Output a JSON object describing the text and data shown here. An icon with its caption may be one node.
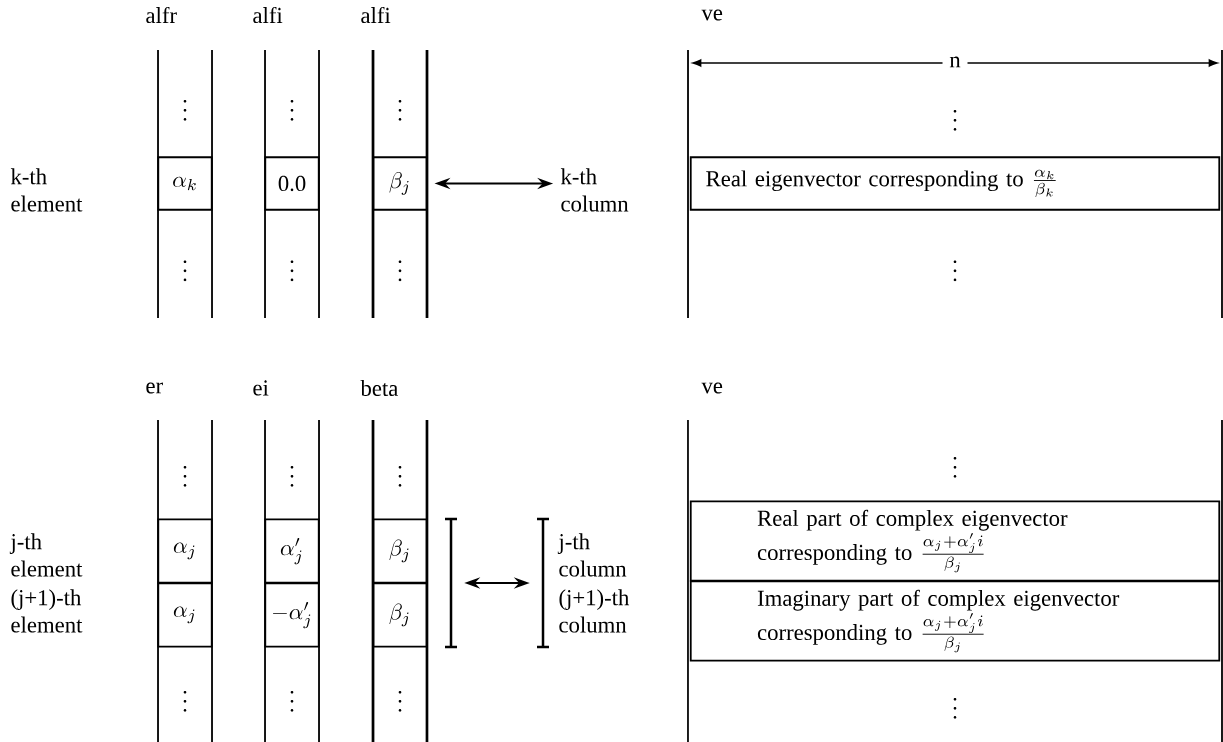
{
  "diagram": {
    "nodes": [
      {
        "text": [
          "alfr"
        ]
      },
      {
        "text": [
          "\\vdots"
        ],
        "in": 0
      },
      {
        "text": [
          "\\alpha_k"
        ],
        "in": 0
      },
      {
        "text": [
          "\\vdots"
        ],
        "in": 0
      },
      {
        "text": [
          "alfi"
        ]
      },
      {
        "text": [
          "\\vdots"
        ],
        "in": 4
      },
      {
        "text": [
          "0.0"
        ],
        "in": 4
      },
      {
        "text": [
          "\\vdots"
        ],
        "in": 4
      },
      {
        "text": [
          "alfi"
        ]
      },
      {
        "text": [
          "\\vdots"
        ],
        "in": 8
      },
      {
        "text": [
          "\\beta_j"
        ],
        "in": 8
      },
      {
        "text": [
          "\\vdots"
        ],
        "in": 8
      },
      {
        "text": [
          "ve"
        ]
      },
      {
        "text": [
          "\\vdots"
        ],
        "in": 12
      },
      {
        "text": [
          "Real eigenvector corresponding to",
          "\\frac{\\alpha_k}{\\beta_k}"
        ],
        "in": 12
      },
      {
        "text": [
          "\\vdots"
        ],
        "in": 12
      },
      {
        "text": [
          "k-th column"
        ]
      },
      {
        "text": [
          "er"
        ]
      },
      {
        "text": [
          "\\vdots"
        ],
        "in": 17
      },
      {
        "text": [
          "\\alpha_j"
        ],
        "in": 17
      },
      {
        "text": [
          "\\alpha_j"
        ],
        "in": 17
      },
      {
        "text": [
          "\\vdots"
        ],
        "in": 17
      },
      {
        "text": [
          "ei"
        ]
      },
      {
        "text": [
          "\\vdots"
        ],
        "in": 22
      },
      {
        "text": [
          "\\alpha'_j"
        ],
        "in": 22
      },
      {
        "text": [
          "-\\alpha'_j"
        ],
        "in": 22
      },
      {
        "text": [
          "\\vdots"
        ],
        "in": 22
      },
      {
        "text": [
          "beta"
        ]
      },
      {
        "text": [
          "\\vdots"
        ],
        "in": 27
      },
      {
        "text": [
          "\\beta_j"
        ],
        "in": 27
      },
      {
        "text": [
          "\\beta_j"
        ],
        "in": 27
      },
      {
        "text": [
          "\\vdots"
        ],
        "in": 27
      },
      {
        "text": [
          "ve"
        ]
      },
      {
        "text": [
          "\\vdots"
        ],
        "in": 32
      },
      {
        "text": [
          "Real part of complex eigenvector corresponding to",
          "\\frac{\\alpha_j+\\alpha'_j i}{\\beta_j}"
        ],
        "in": 32
      },
      {
        "text": [
          "Imaginary part of complex eigenvector corresponding to",
          "\\frac{\\alpha_j+\\alpha'_j i}{\\beta_j}"
        ],
        "in": 32
      },
      {
        "text": [
          "\\vdots"
        ],
        "in": 32
      },
      {
        "text": [],
        "shape": "bar"
      },
      {
        "text": [],
        "shape": "bar"
      }
    ],
    "edges": [
      {
        "from": 10,
        "to": 16,
        "arrow": "both"
      },
      {
        "from": 37,
        "to": 38,
        "arrow": "both"
      }
    ],
    "labels": [
      "k-th element",
      "n",
      "j-th element",
      "(j+1)-th element",
      "j-th column",
      "(j+1)-th column"
    ]
  }
}
